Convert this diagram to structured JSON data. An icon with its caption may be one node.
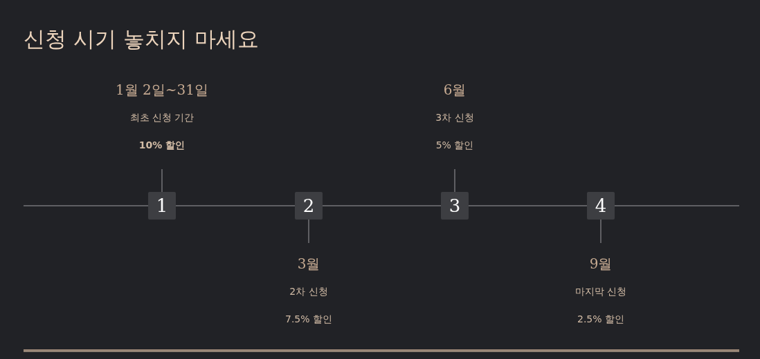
{
  "diagram": {
    "title": "신청 시기 놓치지 마세요",
    "nodes": [
      {
        "text": [
          "1월 2일~31일",
          "최초 신청 기간",
          "10% 할인"
        ]
      },
      {
        "text": [
          "1"
        ]
      },
      {
        "text": [
          "2"
        ]
      },
      {
        "text": [
          "3월",
          "2차 신청",
          "7.5% 할인"
        ]
      },
      {
        "text": [
          "6월",
          "3차 신청",
          "5% 할인"
        ]
      },
      {
        "text": [
          "3"
        ]
      },
      {
        "text": [
          "4"
        ]
      },
      {
        "text": [
          "9월",
          "마지막 신청",
          "2.5% 할인"
        ]
      }
    ],
    "edges": [
      {
        "from": null,
        "to": 1,
        "arrow": "none"
      },
      {
        "from": 1,
        "to": 2,
        "arrow": "none"
      },
      {
        "from": 2,
        "to": 5,
        "arrow": "none"
      },
      {
        "from": 5,
        "to": 6,
        "arrow": "none"
      },
      {
        "from": 6,
        "to": null,
        "arrow": "none"
      },
      {
        "from": 1,
        "to": 0,
        "arrow": "none"
      },
      {
        "from": 2,
        "to": 3,
        "arrow": "none"
      },
      {
        "from": 5,
        "to": 4,
        "arrow": "none"
      },
      {
        "from": 6,
        "to": 7,
        "arrow": "none"
      }
    ]
  }
}
